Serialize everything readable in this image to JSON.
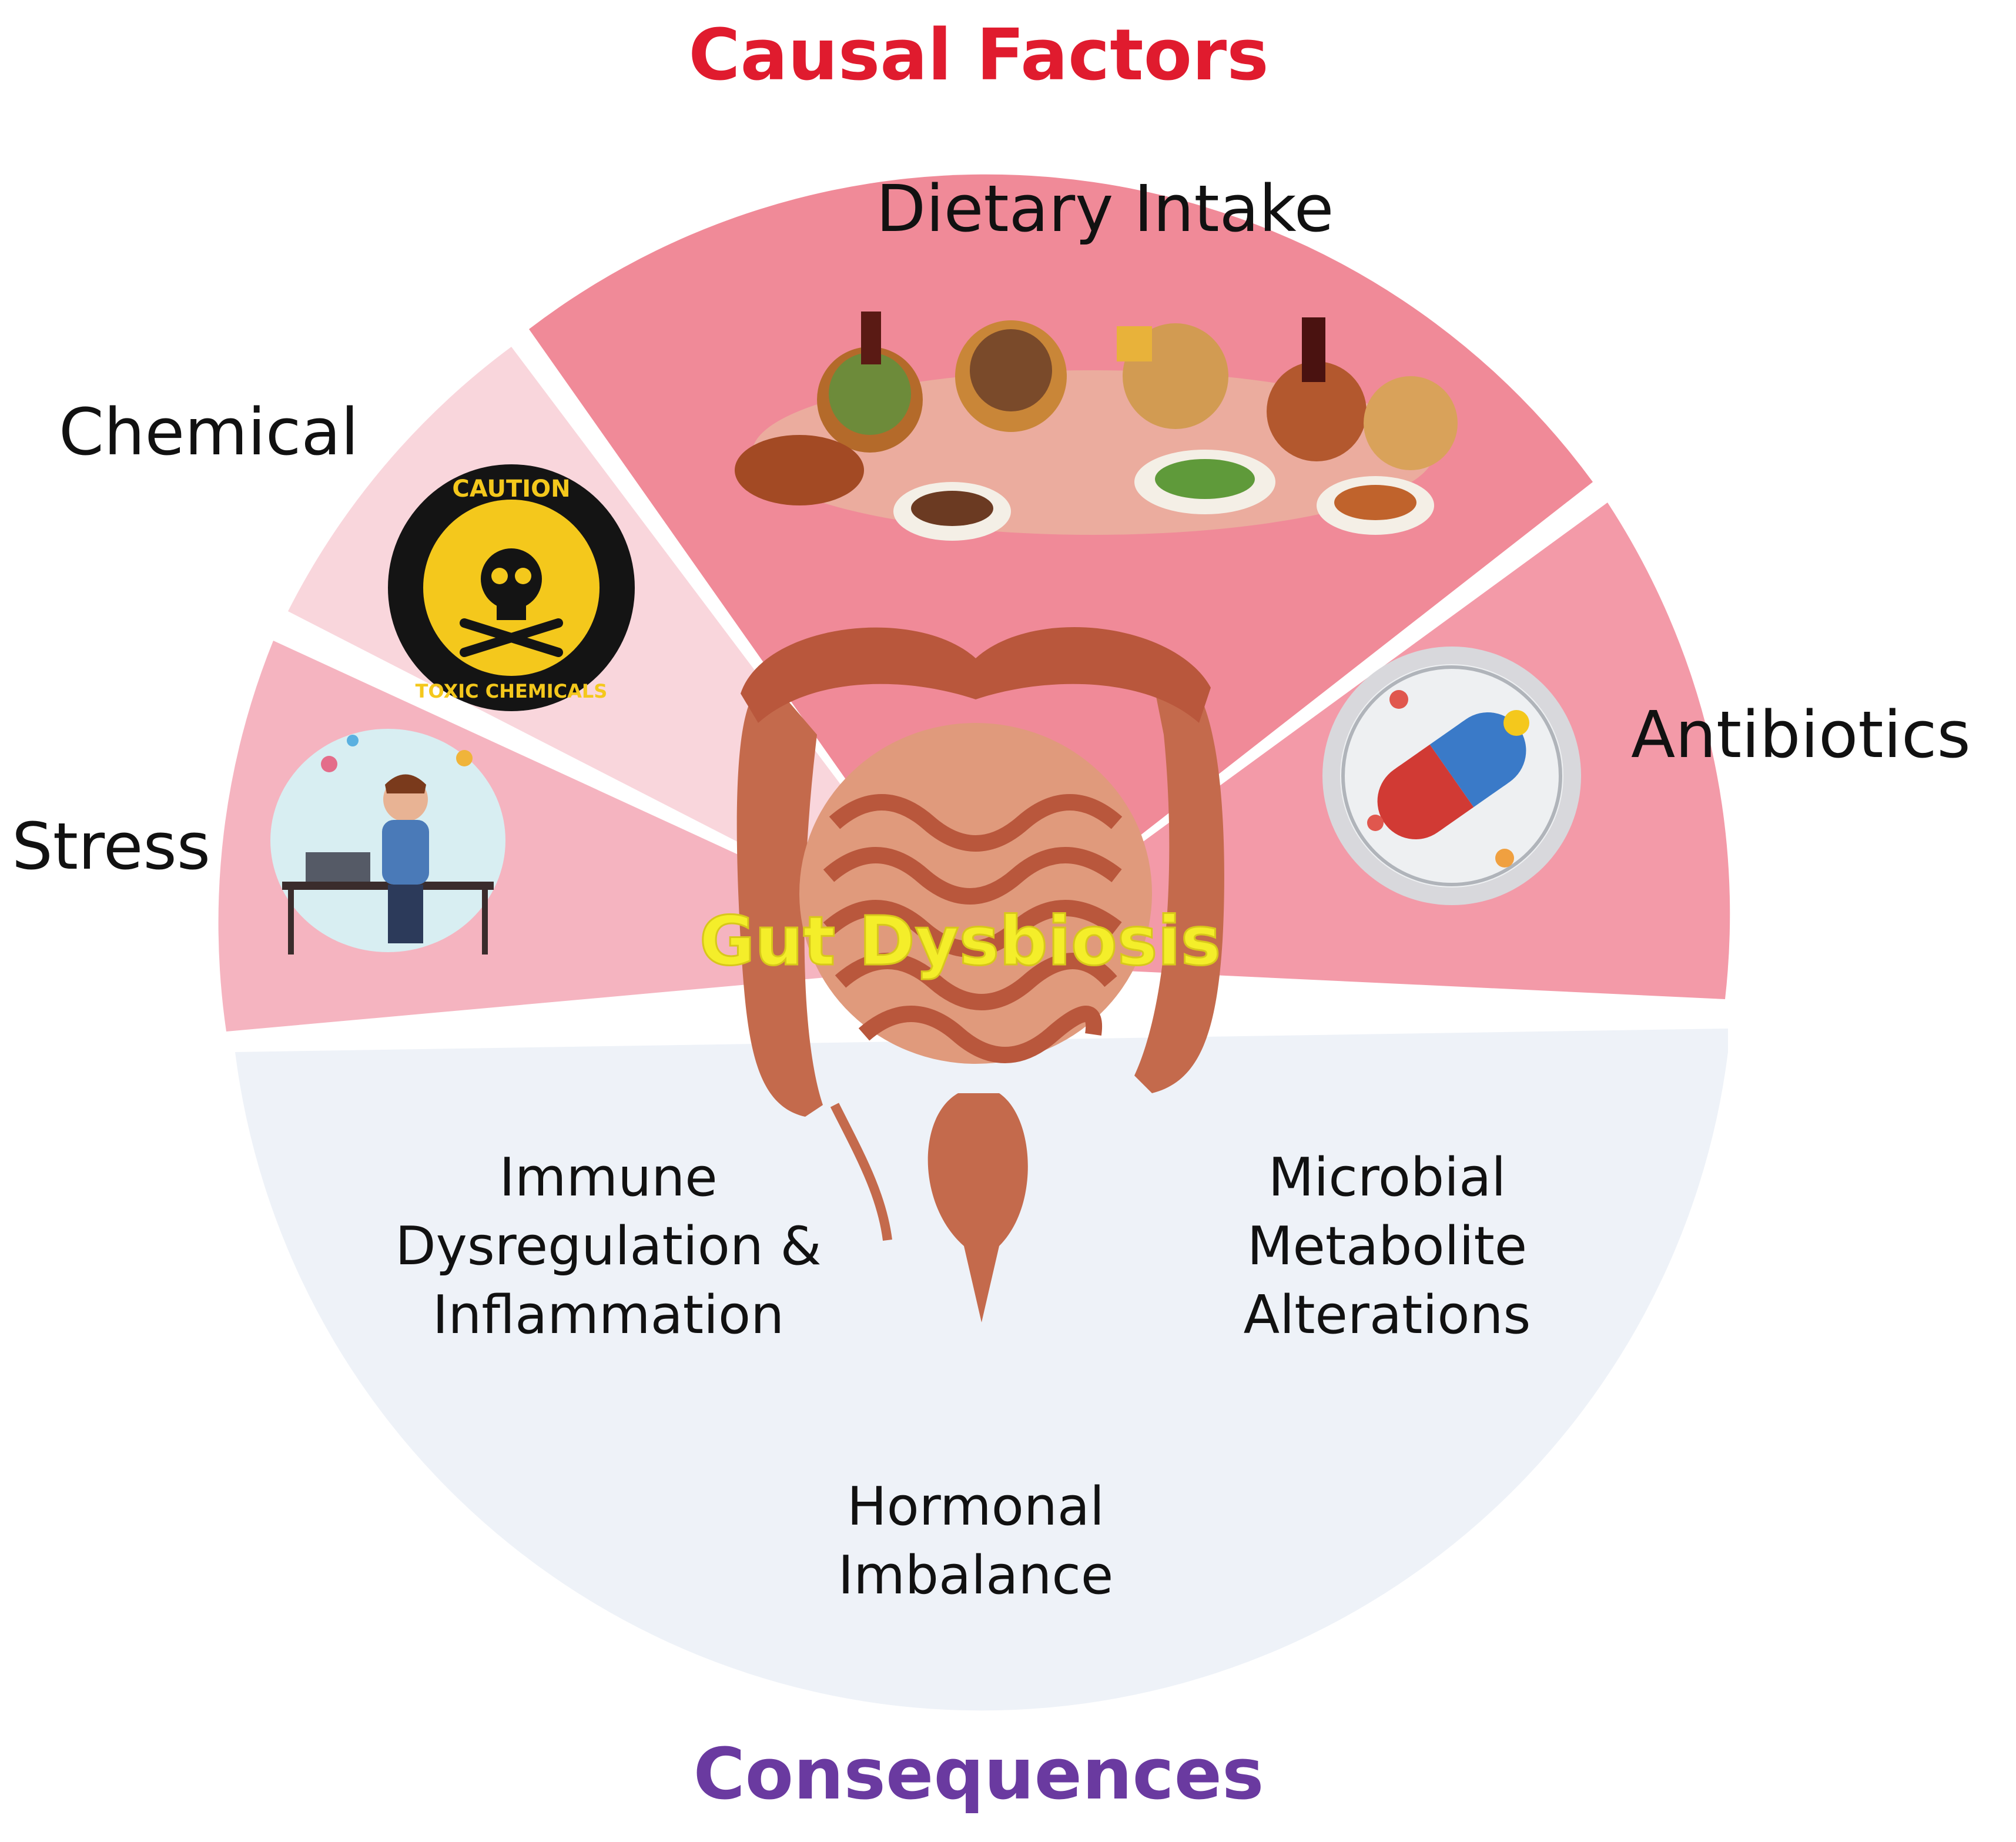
{
  "headings": {
    "causal": "Causal Factors",
    "consequences": "Consequences"
  },
  "center_label": "Gut Dysbiosis",
  "factors": {
    "dietary": "Dietary Intake",
    "chemical": "Chemical",
    "stress": "Stress",
    "antibiotics": "Antibiotics"
  },
  "caution_sign": {
    "top_text": "CAUTION",
    "bottom_text": "TOXIC CHEMICALS"
  },
  "consequence_items": {
    "immune": [
      "Immune",
      "Dysregulation &",
      "Inflammation"
    ],
    "microbial": [
      "Microbial",
      "Metabolite",
      "Alterations"
    ],
    "hormonal": [
      "Hormonal",
      "Imbalance"
    ]
  },
  "colors": {
    "causal_heading": "#e01b2e",
    "consequences_heading": "#6a3aa0",
    "dietary_sector": "#f08a98",
    "chemical_sector": "#f9d6dc",
    "stress_sector": "#f5b4c0",
    "antibiotics_sector": "#f39aa8",
    "consequence_area": "#eef2f8",
    "gut": "#c46a4c",
    "center_label": "#f4ee2a"
  },
  "icons": {
    "center": "intestines-illustration",
    "dietary": "fast-food-spread",
    "chemical": "caution-skull-sign",
    "stress": "stressed-worker",
    "antibiotics": "pill-capsule"
  }
}
